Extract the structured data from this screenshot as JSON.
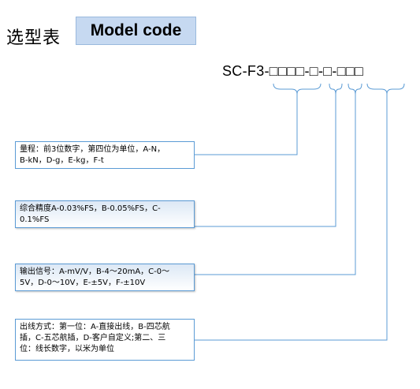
{
  "title": "选型表",
  "badge": "Model code",
  "model_code": "SC-F3-□□□□-□-□-□□□",
  "boxes": [
    {
      "text": "量程：前3位数字，第四位为单位，A-N，\nB-kN，D-g，E-kg，F-t"
    },
    {
      "text": "综合精度A-0.03%FS，B-0.05%FS，C-\n0.1%FS"
    },
    {
      "text": "输出信号：A-mV/V，B-4～20mA，C-0～\n5V，D-0～10V，E-±5V，F-±10V"
    },
    {
      "text": "出线方式：第一位：A-直接出线，B-四芯航\n插，C-五芯航插，D-客户自定义;第二、三\n位：线长数字，以米为单位"
    }
  ]
}
